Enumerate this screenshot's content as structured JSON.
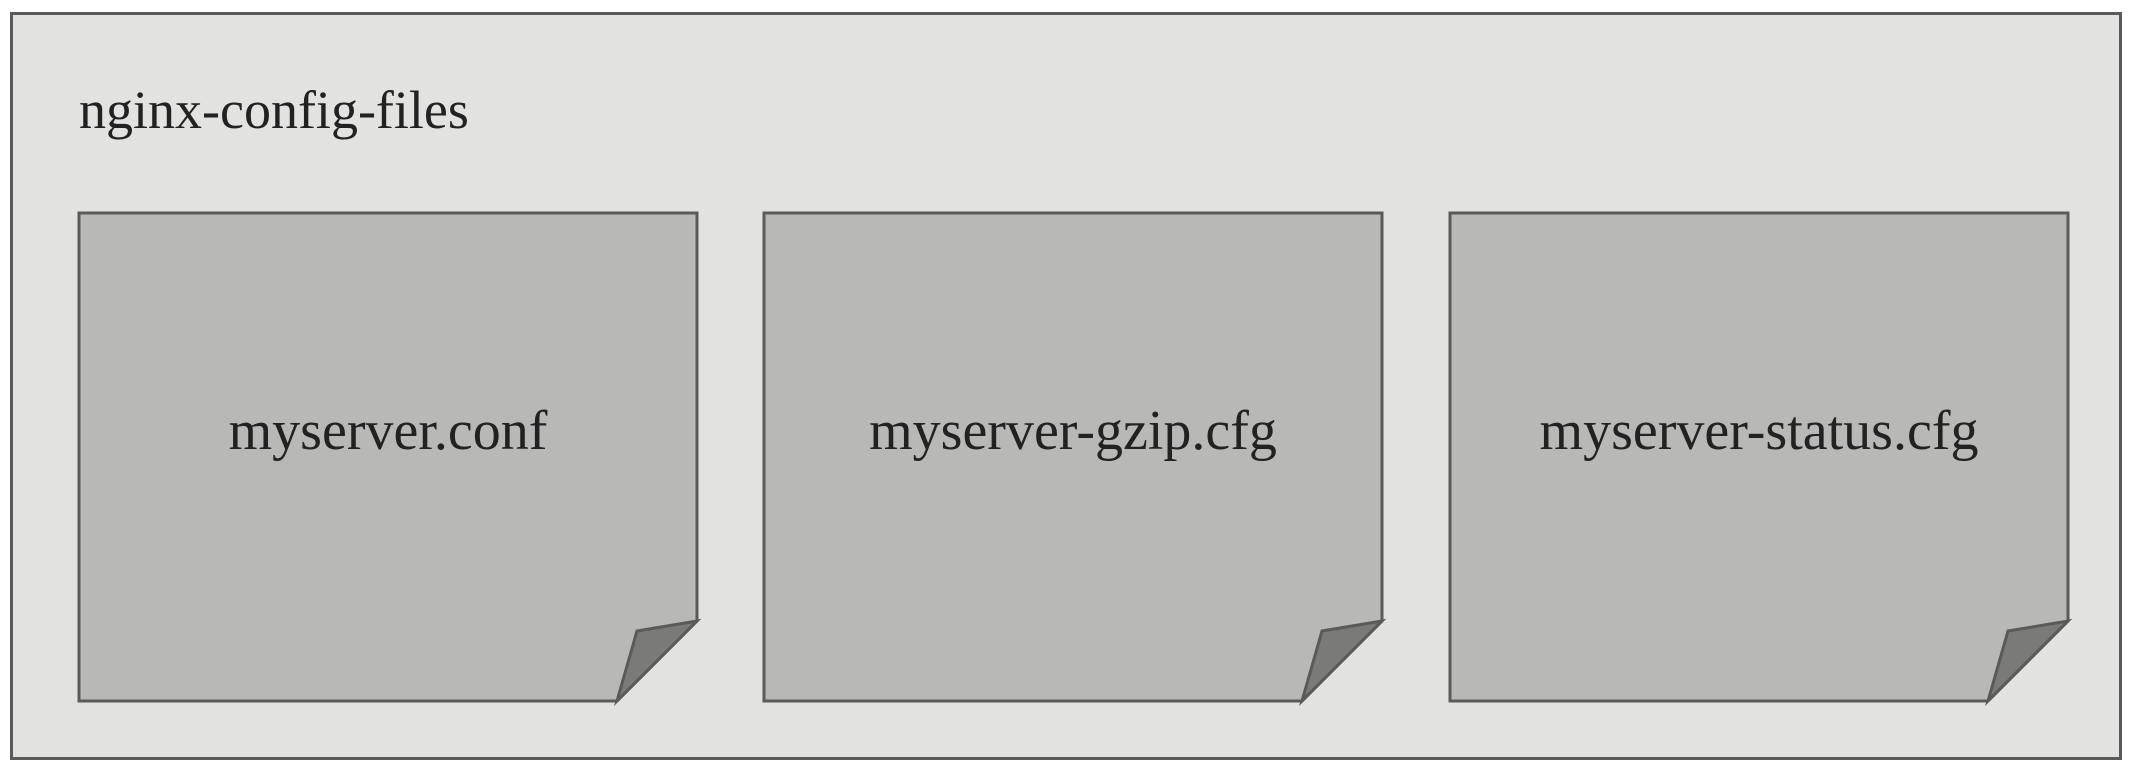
{
  "container": {
    "title": "nginx-config-files"
  },
  "files": [
    {
      "name": "myserver.conf"
    },
    {
      "name": "myserver-gzip.cfg"
    },
    {
      "name": "myserver-status.cfg"
    }
  ],
  "colors": {
    "container_fill": "#e2e2e0",
    "file_fill": "#b8b8b6",
    "fold_fill": "#7a7a78",
    "stroke": "#5a5a5a"
  }
}
